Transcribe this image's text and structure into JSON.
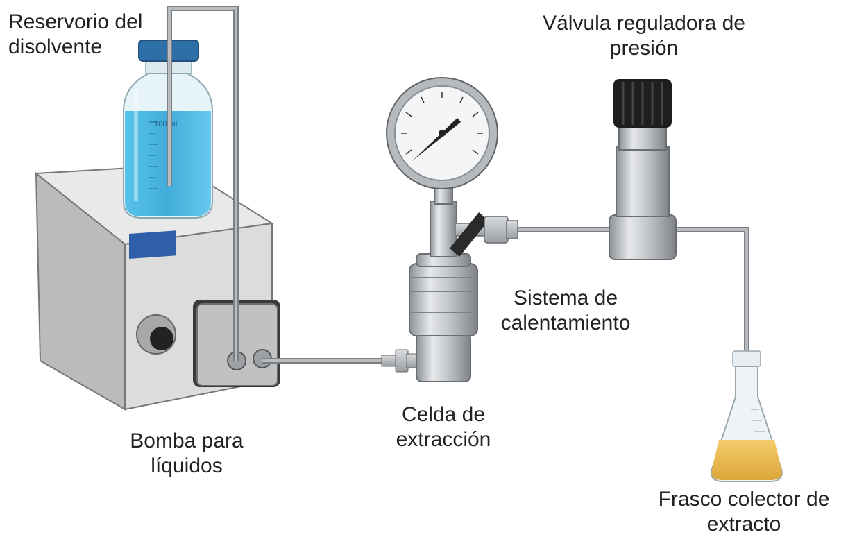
{
  "labels": {
    "reservoir": [
      "Reservorio del",
      "disolvente"
    ],
    "valve": [
      "Válvula reguladora de",
      "presión"
    ],
    "heating": [
      "Sistema de",
      "calentamiento"
    ],
    "pump": [
      "Bomba para",
      "líquidos"
    ],
    "cell": [
      "Celda de",
      "extracción"
    ],
    "flask": [
      "Frasco colector de",
      "extracto"
    ]
  },
  "bottle_marking": "100 mL",
  "colors": {
    "solvent": "#3fb4e0",
    "extract": "#e9b94a",
    "cap": "#2f6fa8",
    "pump_display": "#2f5fa8",
    "tubing": "#a9acaf"
  }
}
